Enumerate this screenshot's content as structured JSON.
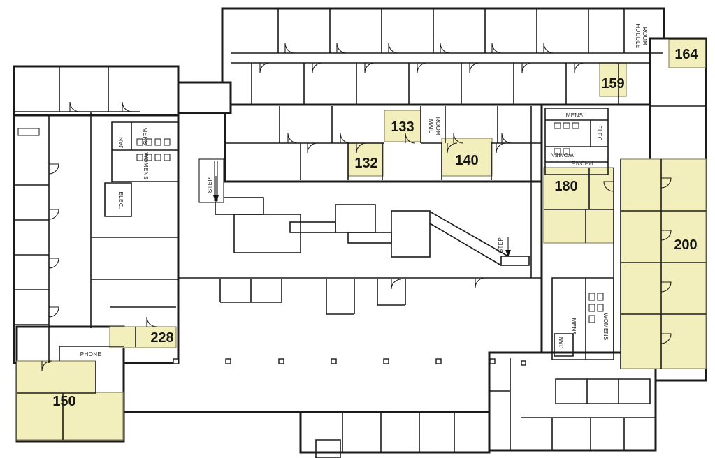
{
  "plan": {
    "colors": {
      "highlight": "#F3EFBD",
      "wall": "#1b1b1b",
      "background": "#ffffff"
    },
    "suites": [
      {
        "number": "164"
      },
      {
        "number": "159"
      },
      {
        "number": "133"
      },
      {
        "number": "132"
      },
      {
        "number": "140"
      },
      {
        "number": "180"
      },
      {
        "number": "200"
      },
      {
        "number": "228"
      },
      {
        "number": "150"
      }
    ],
    "labels": {
      "huddle_room_1": "HUDDLE",
      "huddle_room_2": "ROOM",
      "mail_room_1": "MAIL",
      "mail_room_2": "ROOM",
      "mens_left": "MENS",
      "womens_left": "WOMENS",
      "jan_left": "JAN",
      "elec_left": "ELEC.",
      "mens_upper_right": "MENS",
      "elec_upper_right": "ELEC.",
      "women_upper_right": "WOMEN",
      "phone_upper_right": "PHONE",
      "phone_left": "PHONE",
      "mens_lower_right": "MENS",
      "womens_lower_right": "WOMENS",
      "jan_lower_right": "JAN",
      "step_left": "STEP",
      "step_right": "STEP"
    }
  }
}
